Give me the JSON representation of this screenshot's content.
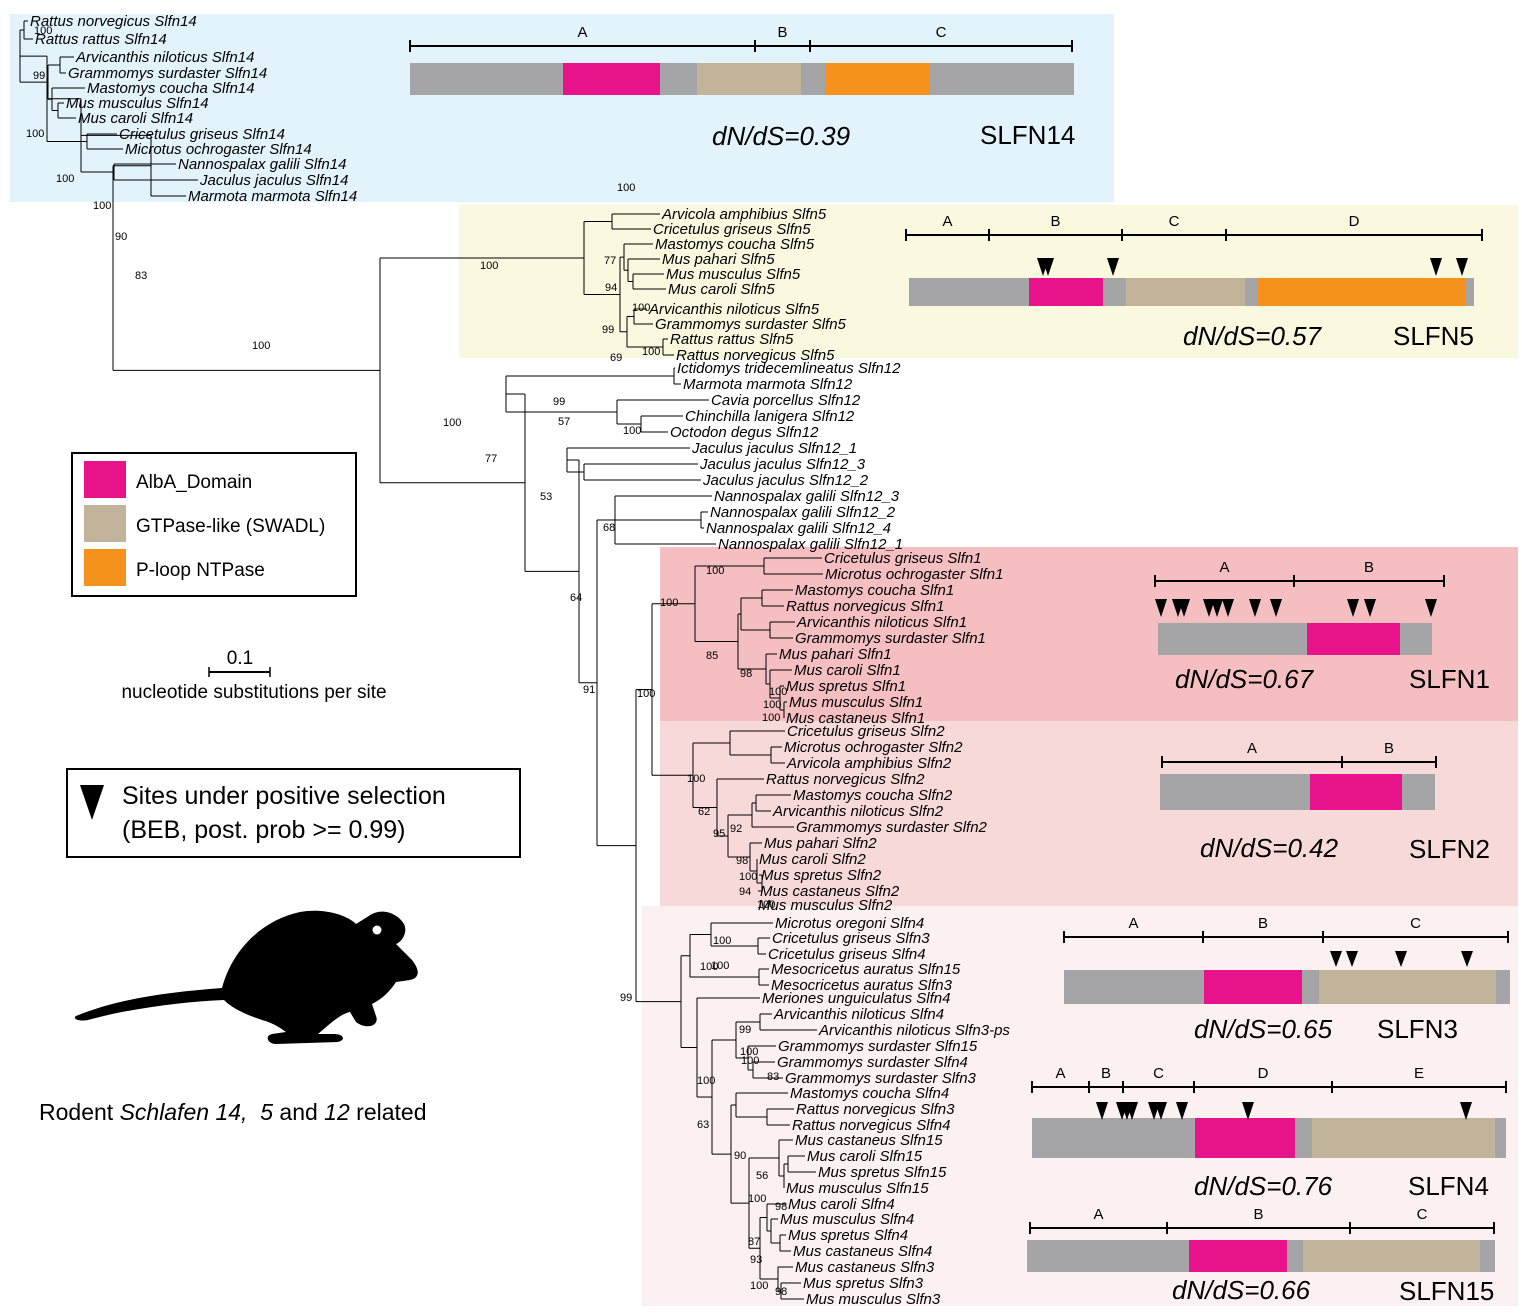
{
  "colors": {
    "clade_slfn14": "#e3f3fb",
    "clade_slfn5": "#fbf8e0",
    "clade_slfn1": "#f5bfc1",
    "clade_slfn2": "#f8d9da",
    "clade_slfn3": "#fcf1f1",
    "protein_backbone": "#a5a5a7",
    "albA_domain": "#e8138b",
    "gtpase_like": "#c2b39b",
    "p_loop_ntpase": "#f5921e"
  },
  "legend": {
    "domains": [
      {
        "label": "AlbA_Domain",
        "color": "#e8138b"
      },
      {
        "label": "GTPase-like (SWADL)",
        "color": "#c2b39b"
      },
      {
        "label": "P-loop NTPase",
        "color": "#f5921e"
      }
    ],
    "selection_line1": "Sites under positive selection",
    "selection_line2": "(BEB, post. prob >= 0.99)"
  },
  "scale_bar": {
    "value": "0.1",
    "label": "nucleotide substitutions per site"
  },
  "title": {
    "prefix": "Rodent ",
    "g1": "Schlafen 14,",
    "sep1": "  ",
    "g2": "5",
    "sep2": " and ",
    "g3": "12",
    "suffix": " related"
  },
  "proteins": [
    {
      "id": "slfn14",
      "name": "SLFN14",
      "dnds": "dN/dS=0.39",
      "segments": [
        "A",
        "B",
        "C"
      ]
    },
    {
      "id": "slfn5",
      "name": "SLFN5",
      "dnds": "dN/dS=0.57",
      "segments": [
        "A",
        "B",
        "C",
        "D"
      ]
    },
    {
      "id": "slfn1",
      "name": "SLFN1",
      "dnds": "dN/dS=0.67",
      "segments": [
        "A",
        "B"
      ]
    },
    {
      "id": "slfn2",
      "name": "SLFN2",
      "dnds": "dN/dS=0.42",
      "segments": [
        "A",
        "B"
      ]
    },
    {
      "id": "slfn3",
      "name": "SLFN3",
      "dnds": "dN/dS=0.65",
      "segments": [
        "A",
        "B",
        "C"
      ]
    },
    {
      "id": "slfn4",
      "name": "SLFN4",
      "dnds": "dN/dS=0.76",
      "segments": [
        "A",
        "B",
        "C",
        "D",
        "E"
      ]
    },
    {
      "id": "slfn15",
      "name": "SLFN15",
      "dnds": "dN/dS=0.66",
      "segments": [
        "A",
        "B",
        "C"
      ]
    }
  ],
  "taxa": [
    "Rattus norvegicus Slfn14",
    "Rattus rattus Slfn14",
    "Arvicanthis niloticus Slfn14",
    "Grammomys surdaster Slfn14",
    "Mastomys coucha Slfn14",
    "Mus musculus Slfn14",
    "Mus caroli Slfn14",
    "Cricetulus griseus Slfn14",
    "Microtus ochrogaster Slfn14",
    "Nannospalax galili Slfn14",
    "Jaculus jaculus Slfn14",
    "Marmota marmota Slfn14",
    "Arvicola amphibius Slfn5",
    "Cricetulus griseus Slfn5",
    "Mastomys coucha Slfn5",
    "Mus pahari Slfn5",
    "Mus musculus Slfn5",
    "Mus caroli Slfn5",
    "Arvicanthis niloticus Slfn5",
    "Grammomys surdaster Slfn5",
    "Rattus rattus Slfn5",
    "Rattus norvegicus Slfn5",
    "Ictidomys tridecemlineatus Slfn12",
    "Marmota marmota Slfn12",
    "Cavia porcellus Slfn12",
    "Chinchilla lanigera Slfn12",
    "Octodon degus Slfn12",
    "Jaculus jaculus Slfn12_1",
    "Jaculus jaculus Slfn12_3",
    "Jaculus jaculus Slfn12_2",
    "Nannospalax galili Slfn12_3",
    "Nannospalax galili Slfn12_2",
    "Nannospalax galili Slfn12_4",
    "Nannospalax galili Slfn12_1",
    "Cricetulus griseus Slfn1",
    "Microtus ochrogaster Slfn1",
    "Mastomys coucha Slfn1",
    "Rattus norvegicus Slfn1",
    "Arvicanthis niloticus Slfn1",
    "Grammomys surdaster Slfn1",
    "Mus pahari Slfn1",
    "Mus caroli Slfn1",
    "Mus spretus Slfn1",
    "Mus musculus Slfn1",
    "Mus castaneus Slfn1",
    "Cricetulus griseus Slfn2",
    "Microtus ochrogaster Slfn2",
    "Arvicola amphibius Slfn2",
    "Rattus norvegicus Slfn2",
    "Mastomys coucha Slfn2",
    "Arvicanthis niloticus Slfn2",
    "Grammomys surdaster Slfn2",
    "Mus pahari Slfn2",
    "Mus caroli Slfn2",
    "Mus spretus Slfn2",
    "Mus castaneus Slfn2",
    "Mus musculus Slfn2",
    "Microtus oregoni Slfn4",
    "Cricetulus griseus Slfn3",
    "Cricetulus griseus Slfn4",
    "Mesocricetus auratus Slfn15",
    "Mesocricetus auratus Slfn3",
    "Meriones unguiculatus Slfn4",
    "Arvicanthis niloticus Slfn4",
    "Arvicanthis niloticus Slfn3-ps",
    "Grammomys surdaster Slfn15",
    "Grammomys surdaster Slfn4",
    "Grammomys surdaster Slfn3",
    "Mastomys coucha Slfn4",
    "Rattus norvegicus Slfn3",
    "Rattus norvegicus Slfn4",
    "Mus castaneus Slfn15",
    "Mus caroli Slfn15",
    "Mus spretus Slfn15",
    "Mus musculus Slfn15",
    "Mus caroli Slfn4",
    "Mus musculus Slfn4",
    "Mus spretus Slfn4",
    "Mus castaneus Slfn4",
    "Mus castaneus Slfn3",
    "Mus spretus Slfn3",
    "Mus musculus Slfn3"
  ],
  "bootstrap": [
    "100",
    "99",
    "100",
    "100",
    "90",
    "83",
    "100",
    "100",
    "77",
    "94",
    "100",
    "99",
    "69",
    "100",
    "100",
    "100",
    "100",
    "99",
    "57",
    "100",
    "77",
    "53",
    "68",
    "64",
    "91",
    "100",
    "100",
    "100",
    "85",
    "98",
    "100",
    "100",
    "100",
    "100",
    "62",
    "95",
    "92",
    "98",
    "100",
    "94",
    "100",
    "100",
    "100",
    "100",
    "99",
    "99",
    "100",
    "100",
    "83",
    "63",
    "100",
    "90",
    "56",
    "100",
    "98",
    "87",
    "93",
    "100",
    "98"
  ]
}
